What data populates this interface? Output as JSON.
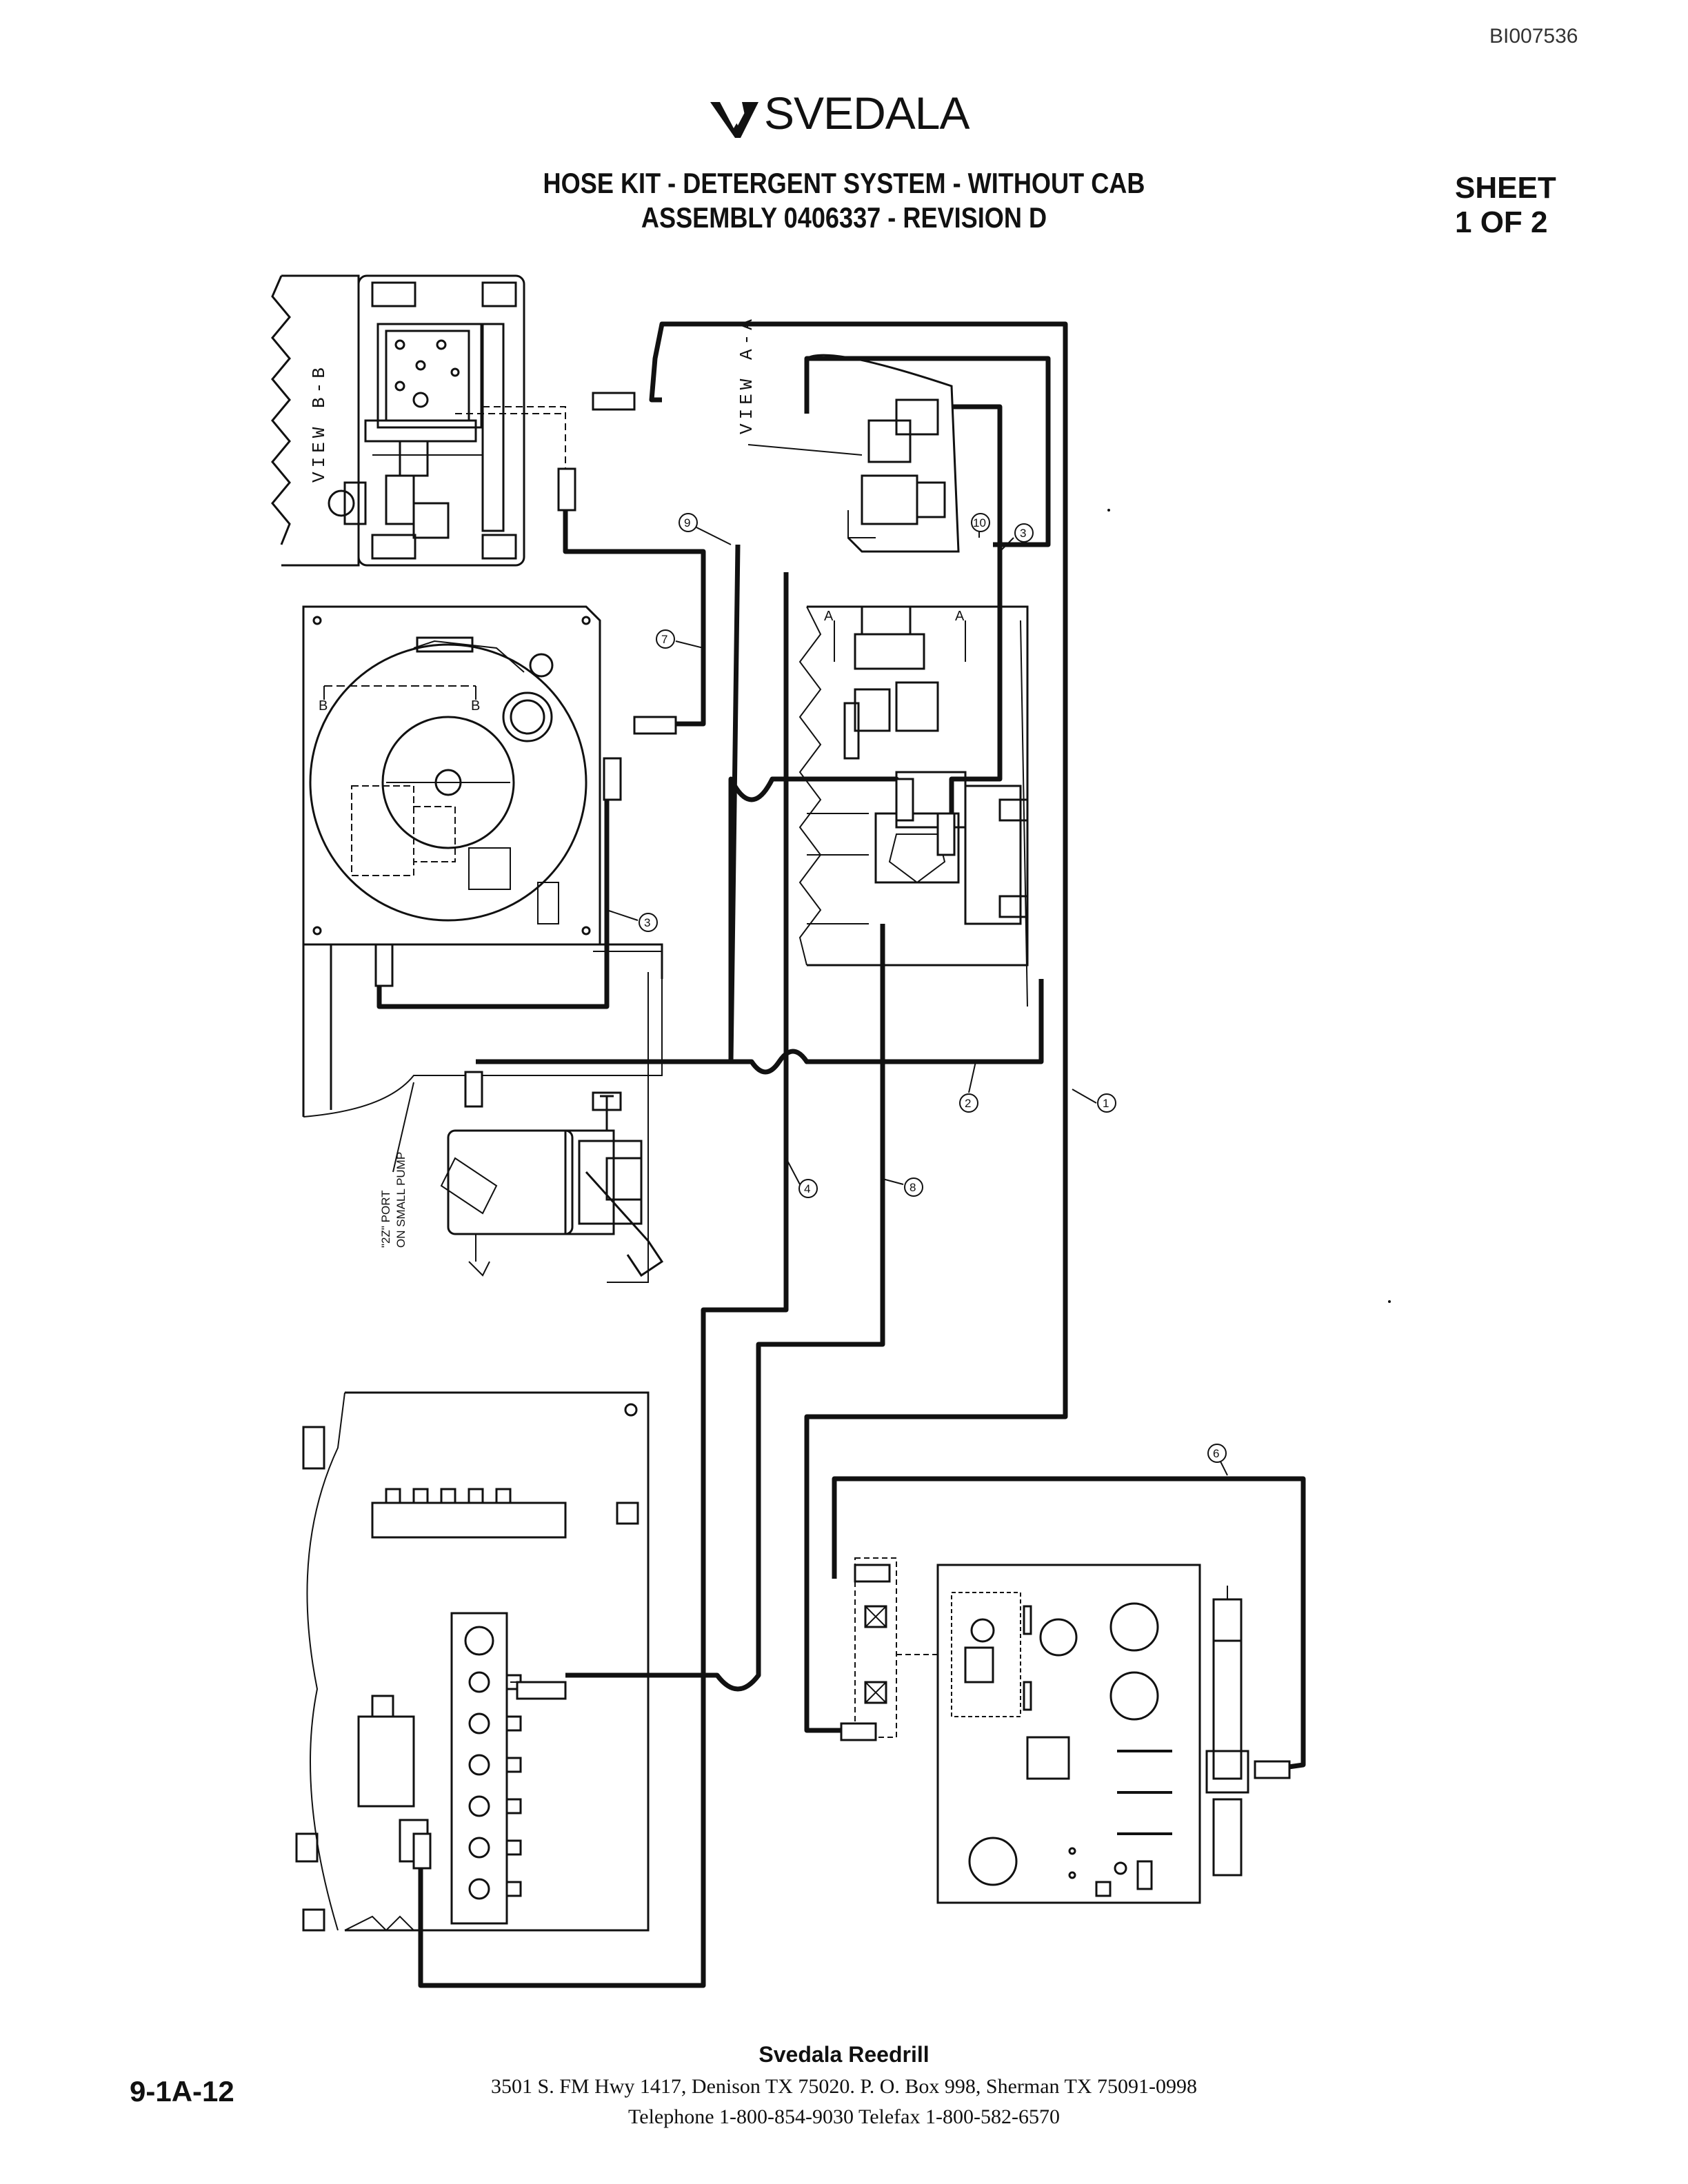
{
  "doc_id": "BI007536",
  "brand": {
    "name": "SVEDALA",
    "logo": "svedala-logo-icon"
  },
  "title": {
    "line1": "HOSE KIT - DETERGENT SYSTEM - WITHOUT CAB",
    "line2": "ASSEMBLY 0406337 - REVISION D"
  },
  "sheet": {
    "label": "SHEET",
    "value": "1 OF 2"
  },
  "views": {
    "view_bb": "VIEW B-B",
    "view_aa": "VIEW A-A",
    "section_a": "A",
    "section_b": "B"
  },
  "port_note": {
    "line1": "\"2Z\" PORT",
    "line2": "ON SMALL PUMP"
  },
  "callouts": [
    "1",
    "2",
    "3",
    "3",
    "4",
    "6",
    "7",
    "8",
    "9",
    "10"
  ],
  "footer": {
    "company": "Svedala Reedrill",
    "address": "3501 S. FM Hwy 1417, Denison TX  75020.   P. O. Box 998, Sherman TX  75091-0998",
    "telephone": "Telephone 1-800-854-9030 Telefax 1-800-582-6570",
    "page": "9-1A-12"
  }
}
